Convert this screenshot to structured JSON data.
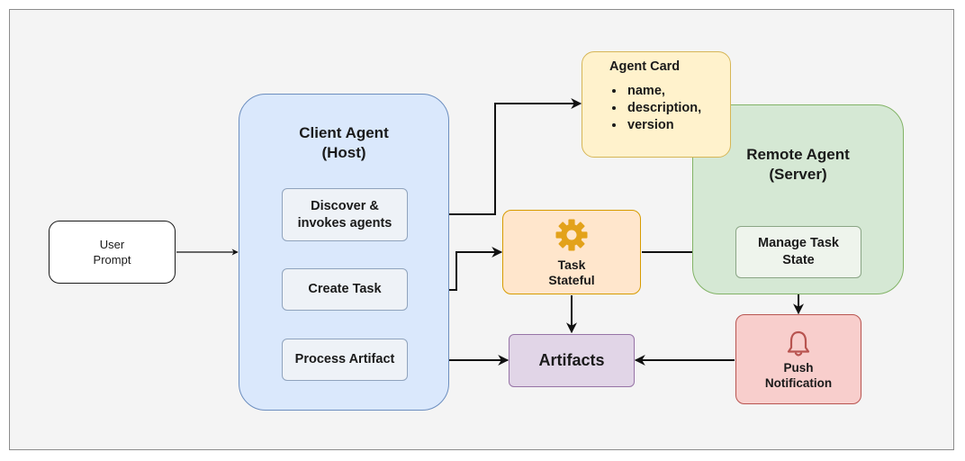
{
  "user_prompt": {
    "line1": "User",
    "line2": "Prompt"
  },
  "client_agent": {
    "title_line1": "Client Agent",
    "title_line2": "(Host)",
    "discover": {
      "line1": "Discover &",
      "line2": "invokes agents"
    },
    "create_task": "Create Task",
    "process_artifact": "Process Artifact"
  },
  "agent_card": {
    "title": "Agent Card",
    "fields": [
      "name,",
      "description,",
      "version"
    ]
  },
  "remote_agent": {
    "title_line1": "Remote Agent",
    "title_line2": "(Server)",
    "manage_task": {
      "line1": "Manage Task",
      "line2": "State"
    }
  },
  "task": {
    "line1": "Task",
    "line2": "Stateful",
    "icon": "gear-icon"
  },
  "artifacts": "Artifacts",
  "push_notification": {
    "line1": "Push",
    "line2": "Notification",
    "icon": "bell-icon"
  },
  "colors": {
    "client_agent_fill": "#dae8fc",
    "remote_agent_fill": "#d5e8d4",
    "agent_card_fill": "#fff2cc",
    "task_fill": "#ffe6cc",
    "gear_color": "#e3a21a",
    "artifacts_fill": "#e1d5e7",
    "push_fill": "#f8cecc",
    "bell_color": "#b85450"
  }
}
